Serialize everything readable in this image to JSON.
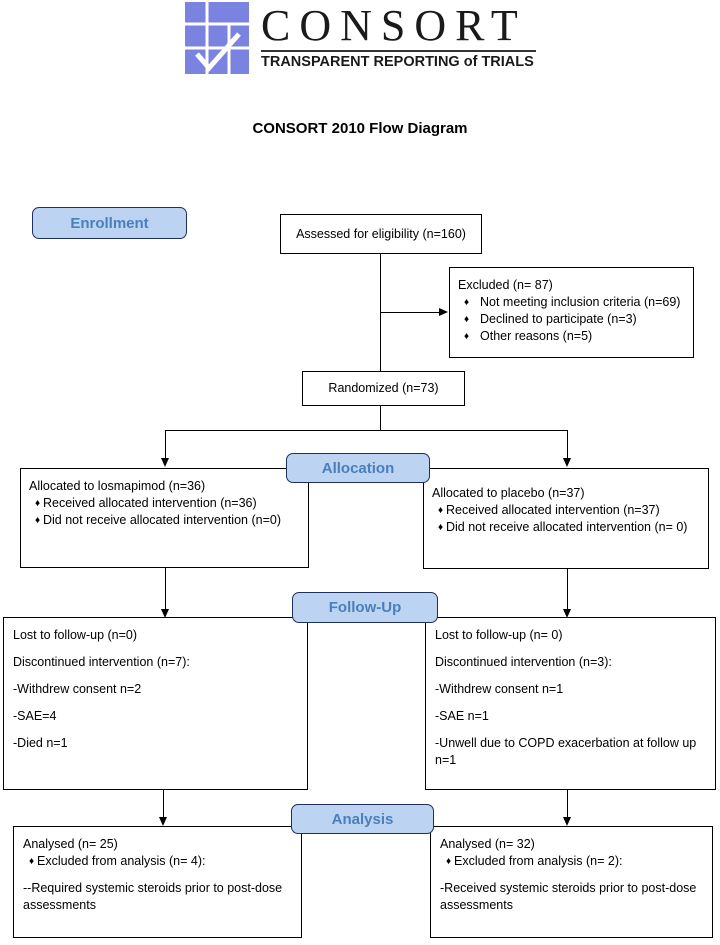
{
  "logo": {
    "wordmark": "CONSORT",
    "tagline": "TRANSPARENT REPORTING of TRIALS"
  },
  "title": "CONSORT 2010 Flow Diagram",
  "stages": {
    "enrollment": "Enrollment",
    "allocation": "Allocation",
    "followup": "Follow-Up",
    "analysis": "Analysis"
  },
  "assessed": "Assessed for eligibility (n=160)",
  "excluded": {
    "title": "Excluded  (n= 87)",
    "items": [
      "Not meeting inclusion criteria (n=69)",
      "Declined to participate (n=3)",
      "Other reasons (n=5)"
    ]
  },
  "randomized": "Randomized (n=73)",
  "allocated_left": {
    "title": "Allocated to losmapimod (n=36)",
    "items": [
      "Received allocated intervention (n=36)",
      "Did not receive allocated intervention (n=0)"
    ]
  },
  "allocated_right": {
    "title": "Allocated to placebo (n=37)",
    "items": [
      "Received allocated intervention (n=37)",
      "Did not receive allocated intervention (n= 0)"
    ]
  },
  "followup_left": {
    "lost": "Lost to follow-up  (n=0)",
    "discontinued": "Discontinued intervention (n=7):",
    "lines": [
      "-Withdrew consent n=2",
      "-SAE=4",
      "-Died n=1"
    ]
  },
  "followup_right": {
    "lost": "Lost to follow-up  (n= 0)",
    "discontinued": "Discontinued intervention (n=3):",
    "lines": [
      "-Withdrew consent n=1",
      "-SAE n=1",
      "-Unwell due to COPD exacerbation at follow up n=1"
    ]
  },
  "analysis_left": {
    "title": "Analysed  (n= 25)",
    "excluded": "Excluded from analysis (n= 4):",
    "note": "--Required systemic steroids prior to post-dose assessments"
  },
  "analysis_right": {
    "title": "Analysed  (n= 32)",
    "excluded": "Excluded from analysis (n= 2):",
    "note": "-Received systemic steroids prior to post-dose assessments"
  },
  "colors": {
    "stage_fill": "#bcd4f2",
    "stage_text": "#4a7fbd",
    "logo_blue": "#7b83e0"
  }
}
